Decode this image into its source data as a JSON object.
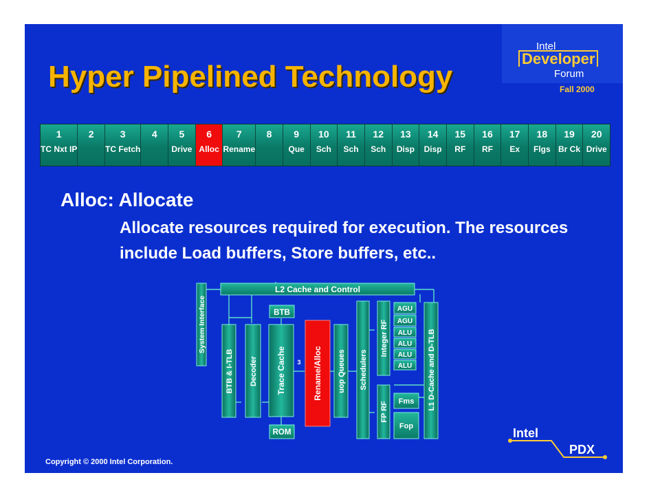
{
  "title": "Hyper Pipelined Technology",
  "logo": {
    "intel": "Intel",
    "developer": "Developer",
    "forum": "Forum",
    "season": "Fall 2000"
  },
  "pipeline": [
    {
      "num": "1",
      "name": "TC Nxt IP"
    },
    {
      "num": "2",
      "name": ""
    },
    {
      "num": "3",
      "name": "TC Fetch"
    },
    {
      "num": "4",
      "name": ""
    },
    {
      "num": "5",
      "name": "Drive"
    },
    {
      "num": "6",
      "name": "Alloc",
      "highlight": true
    },
    {
      "num": "7",
      "name": "Rename"
    },
    {
      "num": "8",
      "name": ""
    },
    {
      "num": "9",
      "name": "Que"
    },
    {
      "num": "10",
      "name": "Sch"
    },
    {
      "num": "11",
      "name": "Sch"
    },
    {
      "num": "12",
      "name": "Sch"
    },
    {
      "num": "13",
      "name": "Disp"
    },
    {
      "num": "14",
      "name": "Disp"
    },
    {
      "num": "15",
      "name": "RF"
    },
    {
      "num": "16",
      "name": "RF"
    },
    {
      "num": "17",
      "name": "Ex"
    },
    {
      "num": "18",
      "name": "Flgs"
    },
    {
      "num": "19",
      "name": "Br Ck"
    },
    {
      "num": "20",
      "name": "Drive"
    }
  ],
  "heading": "Alloc: Allocate",
  "description": "Allocate resources required for execution.  The resources include Load buffers, Store buffers, etc..",
  "diagram": {
    "l2": "L2 Cache and Control",
    "system_interface": "System Interface",
    "btb_itlb": "BTB & I-TLB",
    "decoder": "Decoder",
    "btb": "BTB",
    "trace_cache": "Trace Cache",
    "rom": "ROM",
    "three": "3",
    "rename_alloc": "Rename/Alloc",
    "uop_queues": "uop Queues",
    "schedulers": "Schedulers",
    "integer_rf": "Integer RF",
    "fp_rf": "FP RF",
    "agu": [
      "AGU",
      "AGU"
    ],
    "alu": [
      "ALU",
      "ALU",
      "ALU",
      "ALU"
    ],
    "fms": "Fms",
    "fop": "Fop",
    "l1": "L1 D-Cache and D-TLB"
  },
  "copyright": "Copyright © 2000 Intel Corporation.",
  "footer_logo": {
    "intel": "Intel",
    "pdx": "PDX"
  },
  "colors": {
    "background": "#0b2fcf",
    "title": "#f6b400",
    "block": "#0a8a72",
    "highlight": "#f00c0c"
  }
}
